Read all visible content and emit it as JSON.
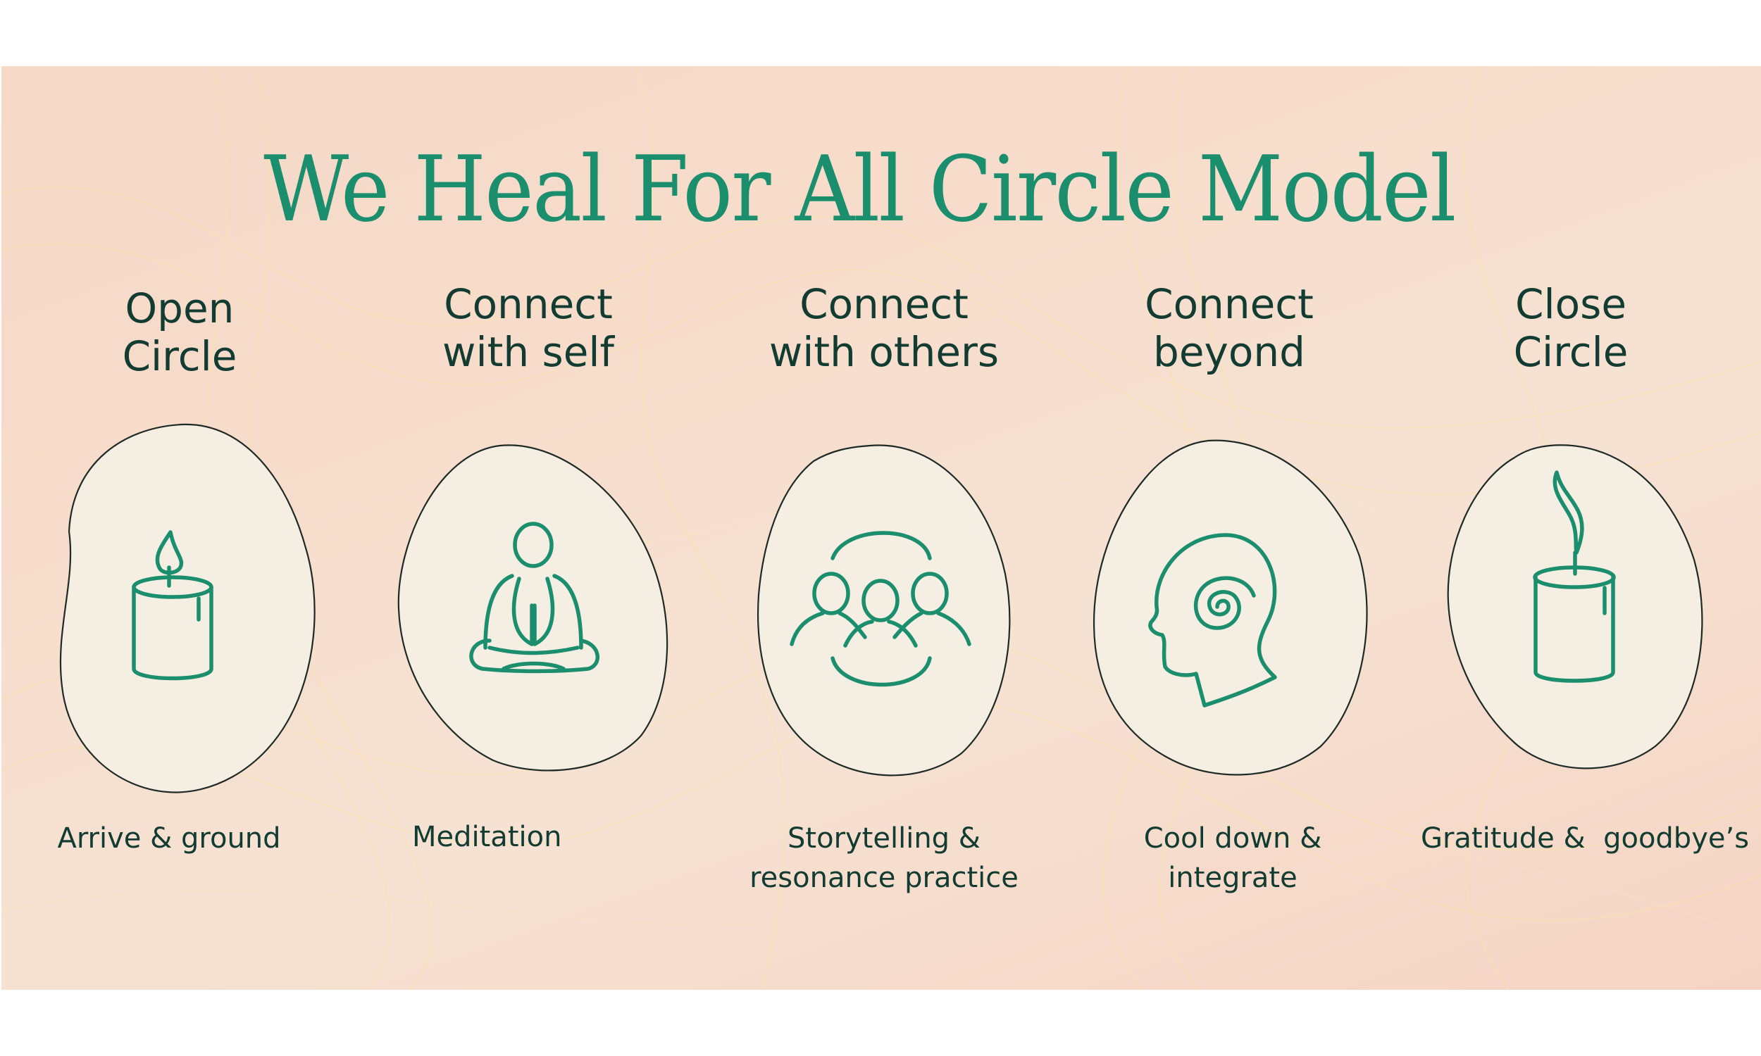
{
  "title": "We Heal For All Circle Model",
  "colors": {
    "title": "#1b8e6e",
    "icon_stroke": "#1b8e6e",
    "text": "#123b32",
    "blob_fill": "#f4eee3",
    "blob_stroke": "#1e2a26",
    "background": "#f6dccb",
    "swirl": "#f7e7b3"
  },
  "steps": [
    {
      "title": "Open\nCircle",
      "icon": "candle-lit-icon",
      "caption": "Arrive & ground"
    },
    {
      "title": "Connect\nwith self",
      "icon": "meditation-icon",
      "caption": "Meditation"
    },
    {
      "title": "Connect\nwith others",
      "icon": "people-group-icon",
      "caption": "Storytelling &\nresonance practice"
    },
    {
      "title": "Connect\nbeyond",
      "icon": "head-spiral-icon",
      "caption": "Cool down &\nintegrate"
    },
    {
      "title": "Close\nCircle",
      "icon": "candle-smoke-icon",
      "caption": "Gratitude &  goodbye’s"
    }
  ]
}
